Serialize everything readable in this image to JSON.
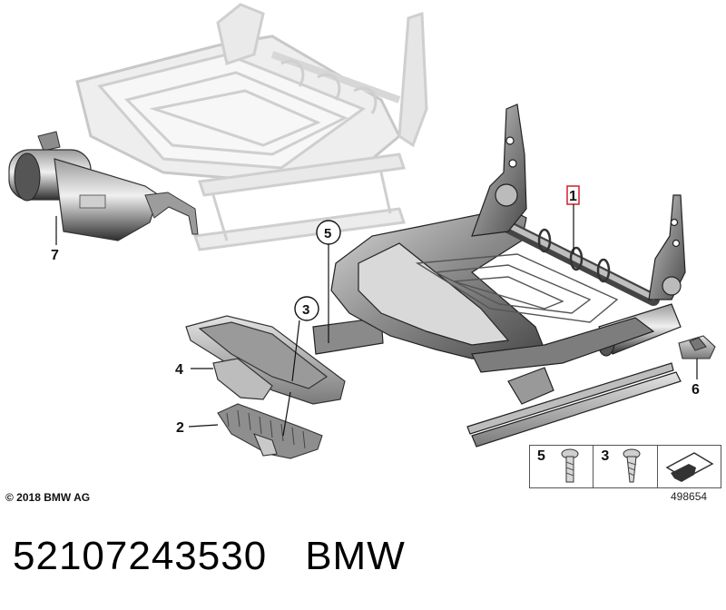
{
  "callouts": {
    "item_1": "1",
    "item_2": "2",
    "item_3": "3",
    "item_4": "4",
    "item_5": "5",
    "item_6": "6",
    "item_7": "7"
  },
  "legend": {
    "screw_5": "5",
    "screw_3": "3"
  },
  "copyright": "© 2018 BMW AG",
  "diagram_number": "498654",
  "footer": {
    "part_number": "52107243530",
    "brand": "BMW"
  },
  "colors": {
    "highlight_box": "#d0202a",
    "ghost_parts": "#c9c9c9",
    "parts": "#6f6f6f"
  }
}
